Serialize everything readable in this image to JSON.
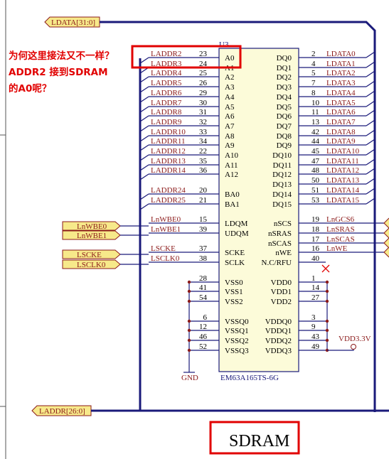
{
  "annotation": {
    "lines": [
      "为何这里接法又不一样？",
      "ADDR2 接到SDRAM",
      "的A0呢？"
    ]
  },
  "buses": {
    "data_bus_label": "LDATA[31:0]",
    "addr_bus_label": "LADDR[26:0]"
  },
  "chip": {
    "ref": "U3",
    "part": "EM63A165TS-6G",
    "caption": "SDRAM",
    "left_pins": [
      {
        "net": "LADDR2",
        "num": "23",
        "name": "A0"
      },
      {
        "net": "LADDR3",
        "num": "24",
        "name": "A1"
      },
      {
        "net": "LADDR4",
        "num": "25",
        "name": "A2"
      },
      {
        "net": "LADDR5",
        "num": "26",
        "name": "A3"
      },
      {
        "net": "LADDR6",
        "num": "29",
        "name": "A4"
      },
      {
        "net": "LADDR7",
        "num": "30",
        "name": "A5"
      },
      {
        "net": "LADDR8",
        "num": "31",
        "name": "A6"
      },
      {
        "net": "LADDR9",
        "num": "32",
        "name": "A7"
      },
      {
        "net": "LADDR10",
        "num": "33",
        "name": "A8"
      },
      {
        "net": "LADDR11",
        "num": "34",
        "name": "A9"
      },
      {
        "net": "LADDR12",
        "num": "22",
        "name": "A10"
      },
      {
        "net": "LADDR13",
        "num": "35",
        "name": "A11"
      },
      {
        "net": "LADDR14",
        "num": "36",
        "name": "A12"
      },
      {
        "net": "LADDR24",
        "num": "20",
        "name": "BA0"
      },
      {
        "net": "LADDR25",
        "num": "21",
        "name": "BA1"
      },
      {
        "net": "LnWBE0",
        "num": "15",
        "name": "LDQM"
      },
      {
        "net": "LnWBE1",
        "num": "39",
        "name": "UDQM"
      },
      {
        "net": "LSCKE",
        "num": "37",
        "name": "SCKE"
      },
      {
        "net": "LSCLK0",
        "num": "38",
        "name": "SCLK"
      },
      {
        "net": "",
        "num": "28",
        "name": "VSS0"
      },
      {
        "net": "",
        "num": "41",
        "name": "VSS1"
      },
      {
        "net": "",
        "num": "54",
        "name": "VSS2"
      },
      {
        "net": "",
        "num": "6",
        "name": "VSSQ0"
      },
      {
        "net": "",
        "num": "12",
        "name": "VSSQ1"
      },
      {
        "net": "",
        "num": "46",
        "name": "VSSQ2"
      },
      {
        "net": "",
        "num": "52",
        "name": "VSSQ3"
      }
    ],
    "right_pins": [
      {
        "name": "DQ0",
        "num": "2",
        "net": "LDATA0"
      },
      {
        "name": "DQ1",
        "num": "4",
        "net": "LDATA1"
      },
      {
        "name": "DQ2",
        "num": "5",
        "net": "LDATA2"
      },
      {
        "name": "DQ3",
        "num": "7",
        "net": "LDATA3"
      },
      {
        "name": "DQ4",
        "num": "8",
        "net": "LDATA4"
      },
      {
        "name": "DQ5",
        "num": "10",
        "net": "LDATA5"
      },
      {
        "name": "DQ6",
        "num": "11",
        "net": "LDATA6"
      },
      {
        "name": "DQ7",
        "num": "13",
        "net": "LDATA7"
      },
      {
        "name": "DQ8",
        "num": "42",
        "net": "LDATA8"
      },
      {
        "name": "DQ9",
        "num": "44",
        "net": "LDATA9"
      },
      {
        "name": "DQ10",
        "num": "45",
        "net": "LDATA10"
      },
      {
        "name": "DQ11",
        "num": "47",
        "net": "LDATA11"
      },
      {
        "name": "DQ12",
        "num": "48",
        "net": "LDATA12"
      },
      {
        "name": "DQ13",
        "num": "50",
        "net": "LDATA13"
      },
      {
        "name": "DQ14",
        "num": "51",
        "net": "LDATA14"
      },
      {
        "name": "DQ15",
        "num": "53",
        "net": "LDATA15"
      },
      {
        "name": "nSCS",
        "num": "19",
        "net": "LnGCS6"
      },
      {
        "name": "nSRAS",
        "num": "18",
        "net": "LnSRAS"
      },
      {
        "name": "nSCAS",
        "num": "17",
        "net": "LnSCAS"
      },
      {
        "name": "nWE",
        "num": "16",
        "net": "LnWE"
      },
      {
        "name": "N.C/RFU",
        "num": "40",
        "net": ""
      },
      {
        "name": "VDD0",
        "num": "1",
        "net": ""
      },
      {
        "name": "VDD1",
        "num": "14",
        "net": ""
      },
      {
        "name": "VDD2",
        "num": "27",
        "net": ""
      },
      {
        "name": "VDDQ0",
        "num": "3",
        "net": ""
      },
      {
        "name": "VDDQ1",
        "num": "9",
        "net": ""
      },
      {
        "name": "VDDQ2",
        "num": "43",
        "net": ""
      },
      {
        "name": "VDDQ3",
        "num": "49",
        "net": ""
      }
    ]
  },
  "ports": {
    "left": [
      "LnWBE0",
      "LnWBE1",
      "LSCKE",
      "LSCLK0"
    ]
  },
  "power": {
    "gnd_label": "GND",
    "vdd_label": "VDD3.3V"
  },
  "colors": {
    "wire": "#1a1a7a",
    "net_label": "#8b1a1a",
    "highlight": "#e10000",
    "chip_fill": "#fcfbd9",
    "port_fill": "#f7e98a"
  }
}
